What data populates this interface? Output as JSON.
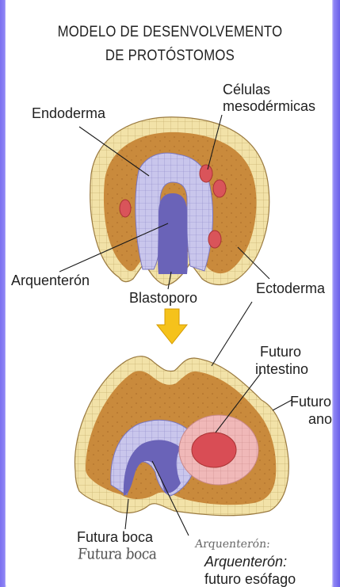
{
  "title": {
    "line1": "MODELO DE DESENVOLVEMENTO",
    "line2": "DE PROTÓSTOMOS"
  },
  "labels": {
    "endoderma": "Endoderma",
    "celulas_line1": "Células",
    "celulas_line2": "mesodérmicas",
    "arquenteron": "Arquenterón",
    "blastoporo": "Blastoporo",
    "ectoderma": "Ectoderma",
    "futuro_intestino_line1": "Futuro",
    "futuro_intestino_line2": "intestino",
    "futuro_ano_line1": "Futuro",
    "futuro_ano_line2": "ano",
    "futura_boca": "Futura boca",
    "futura_boca_handwritten": "Futura boca",
    "arquenteron_handwritten": "Arquenterón:",
    "arquenteron_esofago_line1": "Arquenterón:",
    "arquenteron_esofago_line2": "futuro esófago"
  },
  "colors": {
    "ectoderm": "#f2e2a8",
    "mesoderm_mass": "#c98a3c",
    "endoderm": "#c9c6ec",
    "archenteron": "#6a63b8",
    "mesodermal_cells": "#d9545a",
    "intestine_outer": "#f0b8b8",
    "intestine_inner": "#d94d55",
    "arrow": "#f5c21b"
  }
}
